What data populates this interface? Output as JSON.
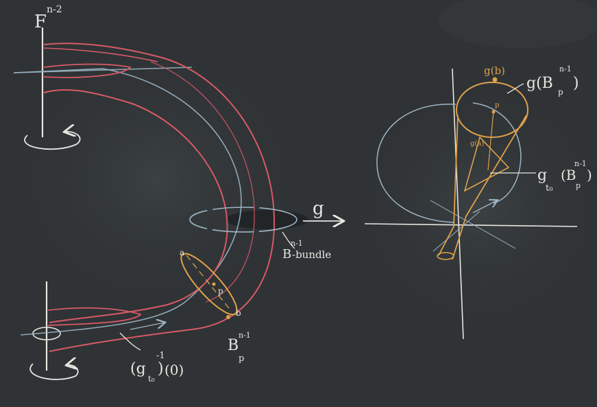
{
  "board": {
    "bg": "#2f3335",
    "chalk_white": "#e8e6e0",
    "chalk_blue": "#9fb6c6",
    "chalk_red": "#d85a68",
    "chalk_orange": "#e0a24a"
  },
  "labels": {
    "fiber_top": "F",
    "fiber_top_sup": "n-2",
    "map_g": "g",
    "bundle_label": "B",
    "bundle_sup": "n-1",
    "bundle_suffix": "-bundle",
    "preimage": "(g",
    "preimage_sub": "t₀",
    "preimage_rest": ")",
    "preimage_sup": "-1",
    "preimage_arg": "(0)",
    "ball_B": "B",
    "ball_sup": "n-1",
    "ball_sub": "p",
    "point_a": "a",
    "point_b": "b",
    "point_p": "p",
    "g_b": "g(b)",
    "g_B": "g(B",
    "g_B_sub": "p",
    "g_B_sup": "n-1",
    "g_B_close": ")",
    "g_a": "g(a)",
    "g_t0": "g",
    "g_t0_sub": "t₀",
    "g_t0_arg": "(B",
    "g_t0_arg_sub": "p",
    "g_t0_arg_sup": "n-1",
    "g_t0_close": ")",
    "g_p": "p"
  }
}
